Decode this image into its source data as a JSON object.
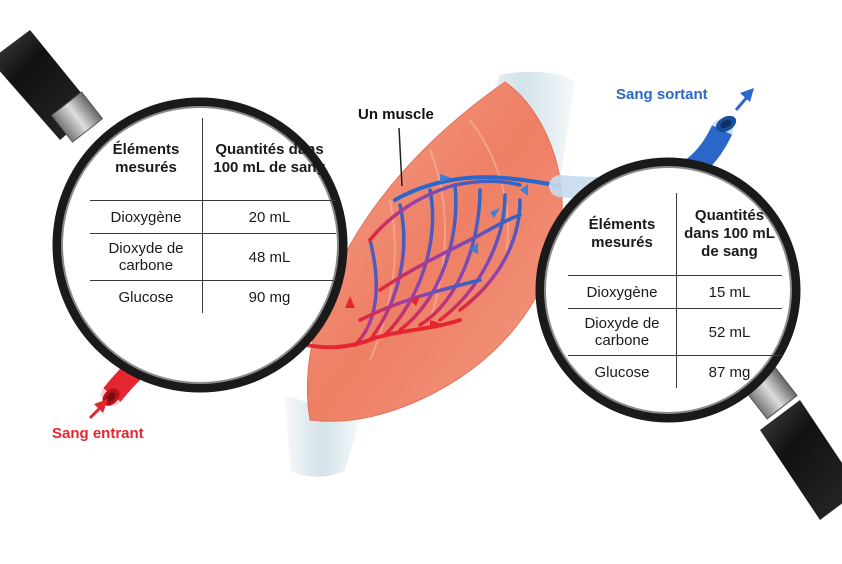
{
  "labels": {
    "muscle": "Un muscle",
    "blood_in": "Sang entrant",
    "blood_out": "Sang sortant"
  },
  "colors": {
    "arterial": "#e8202a",
    "venous": "#1f6fc4",
    "muscle": "#f08a6e",
    "tendon": "#d9e6ec",
    "handle": "#1b1b1b"
  },
  "table_in": {
    "header_element": "Éléments mesurés",
    "header_quantity": "Quantités dans 100 mL de sang",
    "rows": [
      {
        "element": "Dioxygène",
        "quantity": "20 mL"
      },
      {
        "element": "Dioxyde de carbone",
        "quantity": "48 mL"
      },
      {
        "element": "Glucose",
        "quantity": "90 mg"
      }
    ]
  },
  "table_out": {
    "header_element": "Éléments mesurés",
    "header_quantity": "Quantités dans 100 mL de sang",
    "rows": [
      {
        "element": "Dioxygène",
        "quantity": "15 mL"
      },
      {
        "element": "Dioxyde de carbone",
        "quantity": "52 mL"
      },
      {
        "element": "Glucose",
        "quantity": "87 mg"
      }
    ]
  }
}
